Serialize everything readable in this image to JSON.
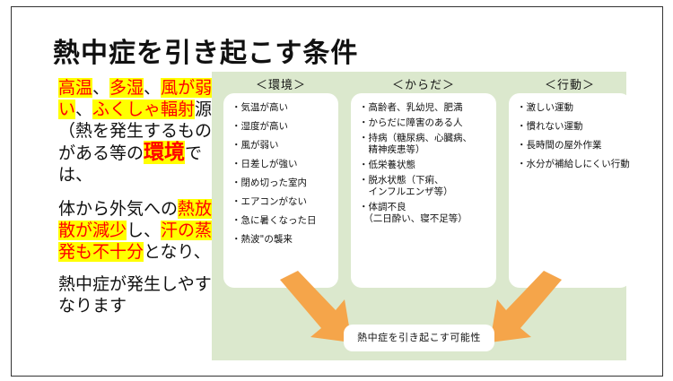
{
  "title": "熱中症を引き起こす条件",
  "lead": {
    "p1": [
      {
        "text": "高温",
        "hl": true
      },
      {
        "text": "、",
        "hl": false
      },
      {
        "text": "多湿",
        "hl": true
      },
      {
        "text": "、",
        "hl": false
      },
      {
        "text": "風が弱い",
        "hl": true
      },
      {
        "text": "、",
        "hl": false
      },
      {
        "text": "ふくしゃ輻射",
        "hl": true
      },
      {
        "text": "源（熱を発生するもの）がある等の",
        "hl": false
      },
      {
        "text": "環境",
        "hl": true,
        "big": true
      },
      {
        "text": "では、",
        "hl": false
      }
    ],
    "p2": [
      {
        "text": "体から外気への",
        "hl": false
      },
      {
        "text": "熱放散が減少",
        "hl": true
      },
      {
        "text": "し、",
        "hl": false
      },
      {
        "text": "汗の蒸発も不十分",
        "hl": true
      },
      {
        "text": "となり、",
        "hl": false
      }
    ],
    "p3": "熱中症が発生しやすくなります"
  },
  "figure": {
    "env": {
      "title": "＜環境＞",
      "items": [
        "・気温が高い",
        "・湿度が高い",
        "・風が弱い",
        "・日差しが強い",
        "・閉め切った室内",
        "・エアコンがない",
        "・急に暑くなった日",
        "・熱波\"の襲来"
      ]
    },
    "body": {
      "title": "＜からだ＞",
      "items": [
        "・高齢者、乳幼児、肥満",
        "・からだに障害のある人",
        "・持病（糖尿病、心臓病、\n　精神疾患等）",
        "・低栄養状態",
        "・脱水状態（下痢、\n　インフルエンザ等）",
        "・体調不良\n　（二日酔い、寝不足等）"
      ]
    },
    "act": {
      "title": "＜行動＞",
      "items": [
        "・激しい運動",
        "・慣れない運動",
        "・長時間の屋外作業",
        "・水分が補給しにくい行動"
      ]
    },
    "result": "熱中症を引き起こす可能性"
  },
  "colors": {
    "highlight_bg": "#ffff00",
    "highlight_text": "#ff0000",
    "figure_bg": "#dbe8cd",
    "arrow": "#f5a54a"
  }
}
